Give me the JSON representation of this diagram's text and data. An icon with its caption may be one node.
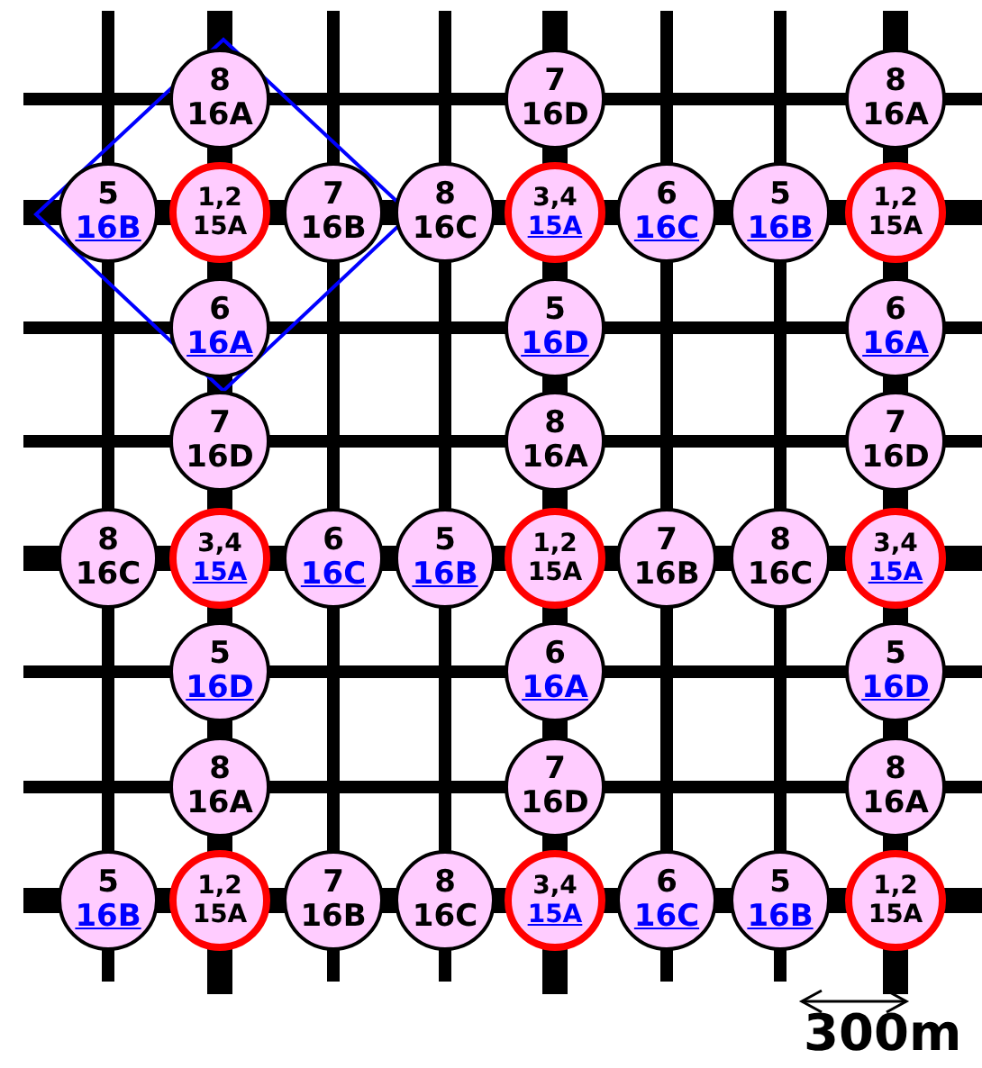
{
  "diagram": {
    "nodes": [
      {
        "text": [
          "8",
          "16A"
        ]
      },
      {
        "text": [
          "7",
          "16D"
        ]
      },
      {
        "text": [
          "8",
          "16A"
        ]
      },
      {
        "text": [
          "5",
          "16B"
        ]
      },
      {
        "text": [
          "1,2",
          "15A"
        ]
      },
      {
        "text": [
          "7",
          "16B"
        ]
      },
      {
        "text": [
          "8",
          "16C"
        ]
      },
      {
        "text": [
          "3,4",
          "15A"
        ]
      },
      {
        "text": [
          "6",
          "16C"
        ]
      },
      {
        "text": [
          "5",
          "16B"
        ]
      },
      {
        "text": [
          "1,2",
          "15A"
        ]
      },
      {
        "text": [
          "6",
          "16A"
        ]
      },
      {
        "text": [
          "5",
          "16D"
        ]
      },
      {
        "text": [
          "6",
          "16A"
        ]
      },
      {
        "text": [
          "7",
          "16D"
        ]
      },
      {
        "text": [
          "8",
          "16A"
        ]
      },
      {
        "text": [
          "7",
          "16D"
        ]
      },
      {
        "text": [
          "8",
          "16C"
        ]
      },
      {
        "text": [
          "3,4",
          "15A"
        ]
      },
      {
        "text": [
          "6",
          "16C"
        ]
      },
      {
        "text": [
          "5",
          "16B"
        ]
      },
      {
        "text": [
          "1,2",
          "15A"
        ]
      },
      {
        "text": [
          "7",
          "16B"
        ]
      },
      {
        "text": [
          "8",
          "16C"
        ]
      },
      {
        "text": [
          "3,4",
          "15A"
        ]
      },
      {
        "text": [
          "5",
          "16D"
        ]
      },
      {
        "text": [
          "6",
          "16A"
        ]
      },
      {
        "text": [
          "5",
          "16D"
        ]
      },
      {
        "text": [
          "8",
          "16A"
        ]
      },
      {
        "text": [
          "7",
          "16D"
        ]
      },
      {
        "text": [
          "8",
          "16A"
        ]
      },
      {
        "text": [
          "5",
          "16B"
        ]
      },
      {
        "text": [
          "1,2",
          "15A"
        ]
      },
      {
        "text": [
          "7",
          "16B"
        ]
      },
      {
        "text": [
          "8",
          "16C"
        ]
      },
      {
        "text": [
          "3,4",
          "15A"
        ]
      },
      {
        "text": [
          "6",
          "16C"
        ]
      },
      {
        "text": [
          "5",
          "16B"
        ]
      },
      {
        "text": [
          "1,2",
          "15A"
        ]
      }
    ],
    "labels": [
      "300m"
    ]
  }
}
